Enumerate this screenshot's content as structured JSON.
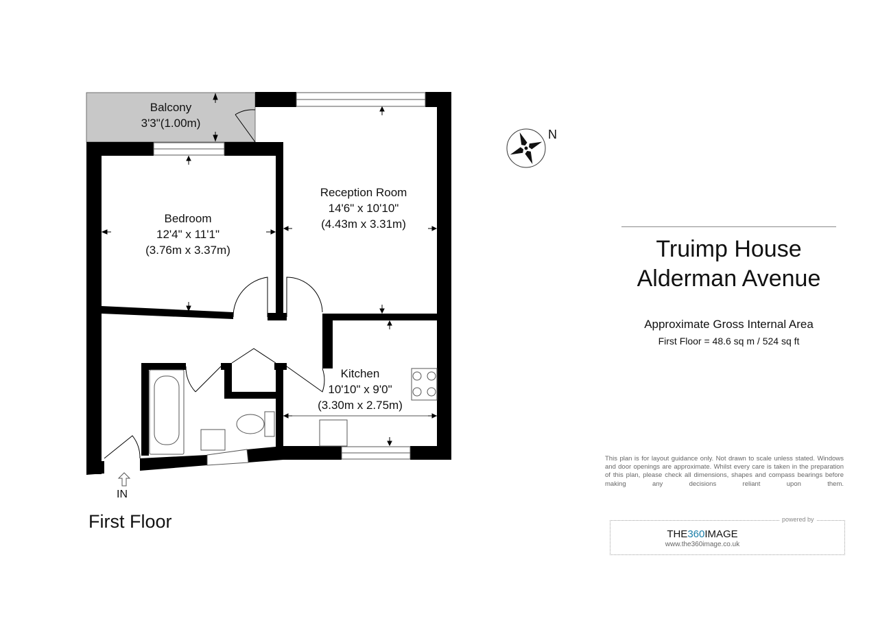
{
  "plan": {
    "floor_label": "First Floor",
    "entrance_label": "IN",
    "north_label": "N",
    "rooms": [
      {
        "name": "Balcony",
        "dims_imperial": "3'3\"(1.00m)",
        "dims_metric": ""
      },
      {
        "name": "Bedroom",
        "dims_imperial": "12'4\" x 11'1\"",
        "dims_metric": "(3.76m x 3.37m)"
      },
      {
        "name": "Reception Room",
        "dims_imperial": "14'6\" x 10'10\"",
        "dims_metric": "(4.43m x 3.31m)"
      },
      {
        "name": "Kitchen",
        "dims_imperial": "10'10\" x 9'0\"",
        "dims_metric": "(3.30m x 2.75m)"
      }
    ]
  },
  "property": {
    "title_line1": "Truimp House",
    "title_line2": "Alderman Avenue",
    "area_caption": "Approximate Gross Internal Area",
    "area_value": "First Floor = 48.6 sq m / 524 sq ft"
  },
  "disclaimer": "This plan is for layout guidance only. Not drawn to scale unless stated. Windows and door openings are approximate. Whilst every care is taken in the preparation of this plan, please check all dimensions, shapes and compass bearings before making any decisions reliant upon them.",
  "branding": {
    "powered_by": "powered by",
    "name_prefix": "THE",
    "name_number": "360",
    "name_suffix": "IMAGE",
    "url": "www.the360image.co.uk"
  },
  "colors": {
    "wall": "#000000",
    "balcony_fill": "#c8c8c8",
    "brand_accent": "#1a7fa9"
  }
}
